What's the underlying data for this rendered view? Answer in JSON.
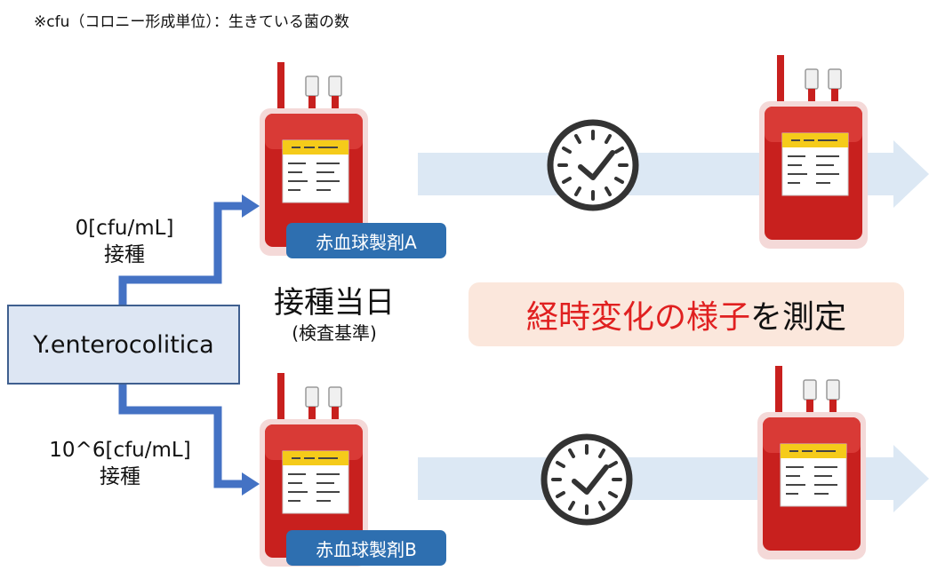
{
  "note": "※cfu（コロニー形成単位）：生きている菌の数",
  "bacteria": "Y.enterocolitica",
  "inoculations": [
    {
      "dose": "0[cfu/mL]",
      "action": "接種"
    },
    {
      "dose": "10^6[cfu/mL]",
      "action": "接種"
    }
  ],
  "day": {
    "title": "接種当日",
    "subtitle": "(検査基準)"
  },
  "products": {
    "a": "赤血球製剤A",
    "b": "赤血球製剤B"
  },
  "banner": {
    "highlight": "経時変化の様子",
    "rest": "を測定"
  },
  "icons": [
    "blood-bag-icon",
    "clock-icon",
    "arrow-icon"
  ],
  "colors": {
    "connector": "#4472c4",
    "bacteria_box_fill": "#dde6f3",
    "label_fill": "#2e6fb0",
    "progress_arrow": "#dce8f4",
    "banner_fill": "#fbe7dc",
    "banner_highlight": "#e02020",
    "blood": "#c8201e"
  }
}
